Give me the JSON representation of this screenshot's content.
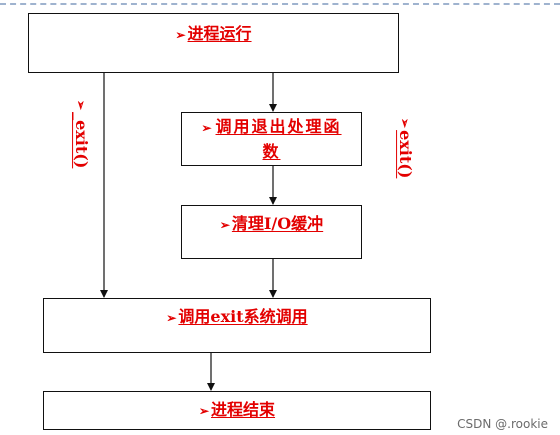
{
  "nodes": {
    "process_run": "进程运行",
    "call_exit_handler": "调用退出处理函数",
    "clear_io_buffer": "清理I/O缓冲",
    "call_exit_syscall": "调用exit系统调用",
    "process_end": "进程结束"
  },
  "side_labels": {
    "left": "_exit()",
    "right": "exit()"
  },
  "marker_glyph": "➢",
  "watermark": "CSDN @.rookie",
  "colors": {
    "label": "#e30000",
    "border": "#111111",
    "dashed_line": "#9fb3cf"
  }
}
